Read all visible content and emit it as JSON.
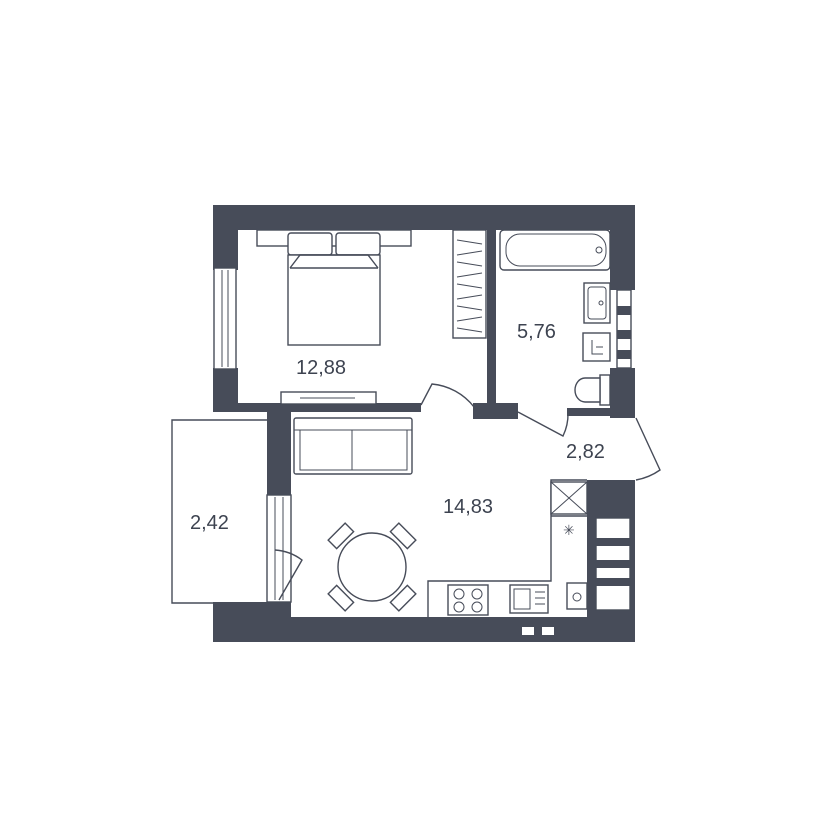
{
  "rooms": {
    "bedroom": {
      "area": "12,88"
    },
    "bathroom": {
      "area": "5,76"
    },
    "hallway": {
      "area": "2,82"
    },
    "living_kitchen": {
      "area": "14,83"
    },
    "balcony": {
      "area": "2,42"
    }
  },
  "colors": {
    "wall": "#474c59",
    "background": "#ffffff",
    "text": "#3d4350"
  }
}
